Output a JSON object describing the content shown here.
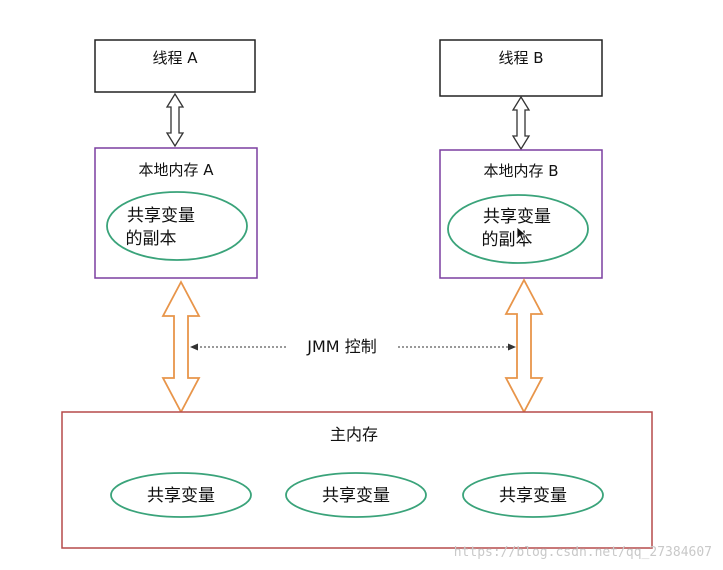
{
  "thread_a": {
    "label": "线程 A"
  },
  "thread_b": {
    "label": "线程 B"
  },
  "local_memory_a": {
    "label": "本地内存 A",
    "copy_line1": "共享变量",
    "copy_line2": "的副本"
  },
  "local_memory_b": {
    "label": "本地内存 B",
    "copy_line1": "共享变量",
    "copy_line2": "的副本"
  },
  "jmm": {
    "label": "JMM 控制"
  },
  "main_memory": {
    "label": "主内存",
    "variables": [
      "共享变量",
      "共享变量",
      "共享变量"
    ]
  },
  "watermark": "https://blog.csdn.net/qq_27384607",
  "colors": {
    "thread_border": "#222222",
    "local_border": "#7b3fa0",
    "main_border": "#b54a4a",
    "ellipse_stroke": "#3aa37a",
    "orange_arrow": "#e8954a",
    "dark_arrow": "#333333"
  },
  "icons": {
    "cursor": "mouse-pointer-icon"
  }
}
